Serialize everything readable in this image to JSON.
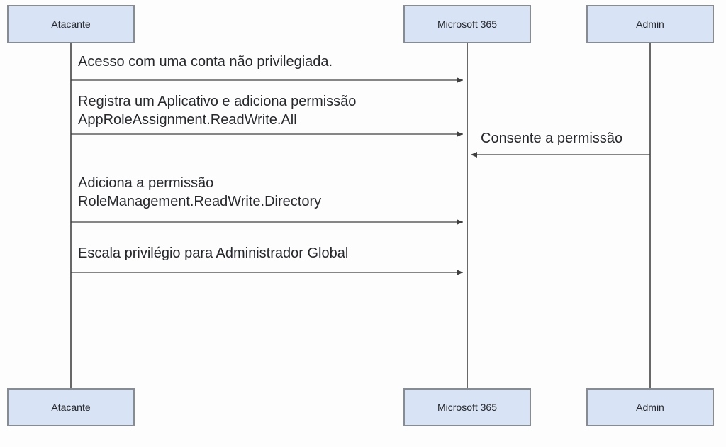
{
  "diagram": {
    "type": "sequence",
    "actors": [
      {
        "label": "Atacante"
      },
      {
        "label": "Microsoft 365"
      },
      {
        "label": "Admin"
      }
    ],
    "messages": [
      {
        "from": "Atacante",
        "to": "Microsoft 365",
        "direction": "right",
        "line1": "Acesso com uma conta não privilegiada."
      },
      {
        "from": "Atacante",
        "to": "Microsoft 365",
        "direction": "right",
        "line1": "Registra um Aplicativo e adiciona permissão",
        "line2": "AppRoleAssignment.ReadWrite.All"
      },
      {
        "from": "Admin",
        "to": "Microsoft 365",
        "direction": "left",
        "line1": "Consente a permissão"
      },
      {
        "from": "Atacante",
        "to": "Microsoft 365",
        "direction": "right",
        "line1": "Adiciona a permissão",
        "line2": "RoleManagement.ReadWrite.Directory"
      },
      {
        "from": "Atacante",
        "to": "Microsoft 365",
        "direction": "right",
        "line1": "Escala privilégio para Administrador Global"
      }
    ],
    "colors": {
      "background": "#fdfdfe",
      "actor_fill": "#d8e3f5",
      "actor_border": "#878b92",
      "line": "#3f3f3f",
      "lifeline": "#4e4e4e",
      "text": "#26282c"
    }
  }
}
